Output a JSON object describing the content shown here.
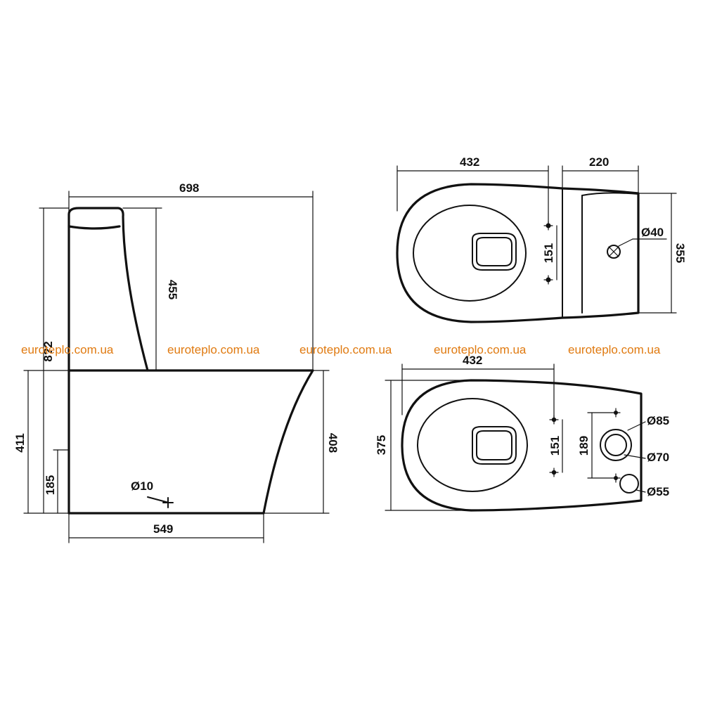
{
  "watermark": {
    "text": "euroteplo.com.ua",
    "color": "#e07a10"
  },
  "side_view": {
    "total_length": "698",
    "tank_height": "455",
    "total_height": "8?2",
    "bowl_height_left": "411",
    "bowl_height_right": "408",
    "outlet_height": "185",
    "base_length": "549",
    "drain_hole": "Ø10"
  },
  "top_view": {
    "bowl_length": "432",
    "tank_depth": "220",
    "width": "355",
    "seat_hole_spacing": "151",
    "tank_hole": "Ø40"
  },
  "bottom_view": {
    "bowl_length": "432",
    "width": "375",
    "seat_hole_spacing": "151",
    "fixing_spacing": "189",
    "outlet_outer": "Ø85",
    "outlet_inner": "Ø70",
    "inlet": "Ø55"
  }
}
